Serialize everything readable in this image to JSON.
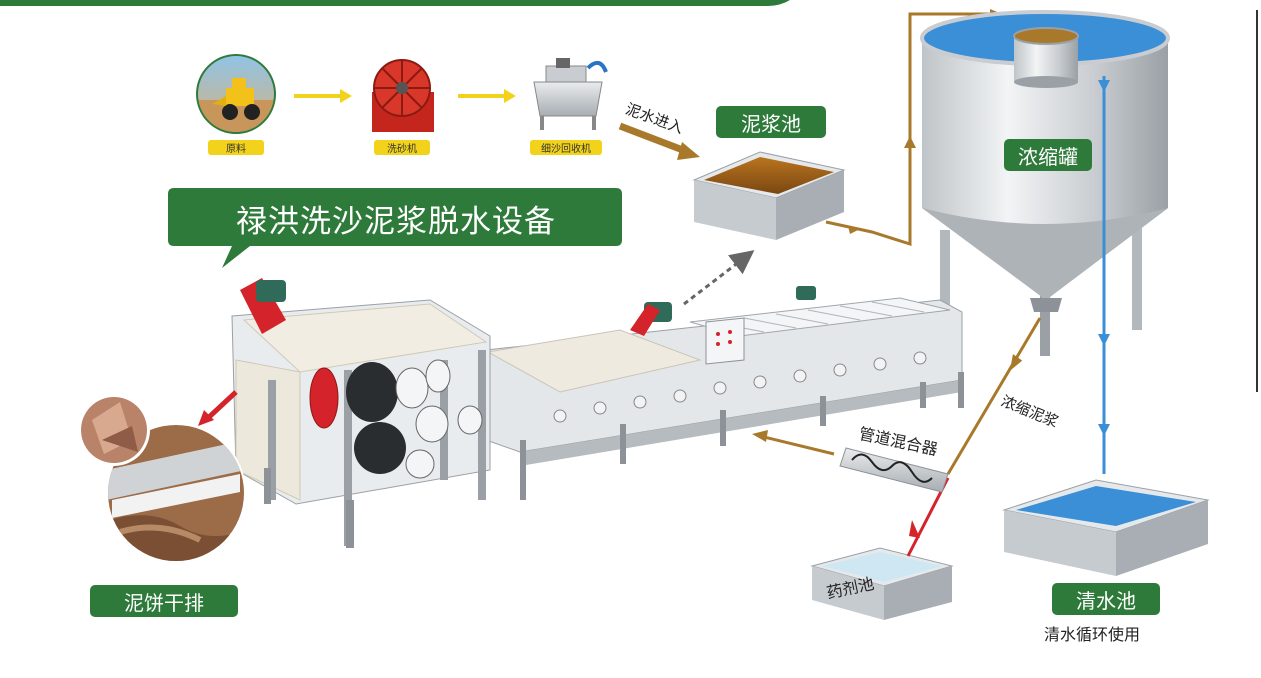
{
  "title": "禄洪洗沙泥浆脱水设备",
  "process_steps": [
    "原料",
    "洗砂机",
    "细沙回收机"
  ],
  "labels": {
    "slurry_in": "泥水进入",
    "slurry_pool": "泥浆池",
    "thickener": "浓缩罐",
    "thick_slurry": "浓缩泥浆",
    "pipe_mixer": "管道混合器",
    "chem_pool": "药剂池",
    "clear_pool": "清水池",
    "clear_recycle": "清水循环使用",
    "cake_discharge": "泥饼干排"
  },
  "colors": {
    "brand_green": "#2e7a3a",
    "step_yellow": "#f2d21a",
    "flow_brown": "#a8792a",
    "clear_water_blue": "#3b8fd6",
    "chem_red": "#d4232a"
  }
}
